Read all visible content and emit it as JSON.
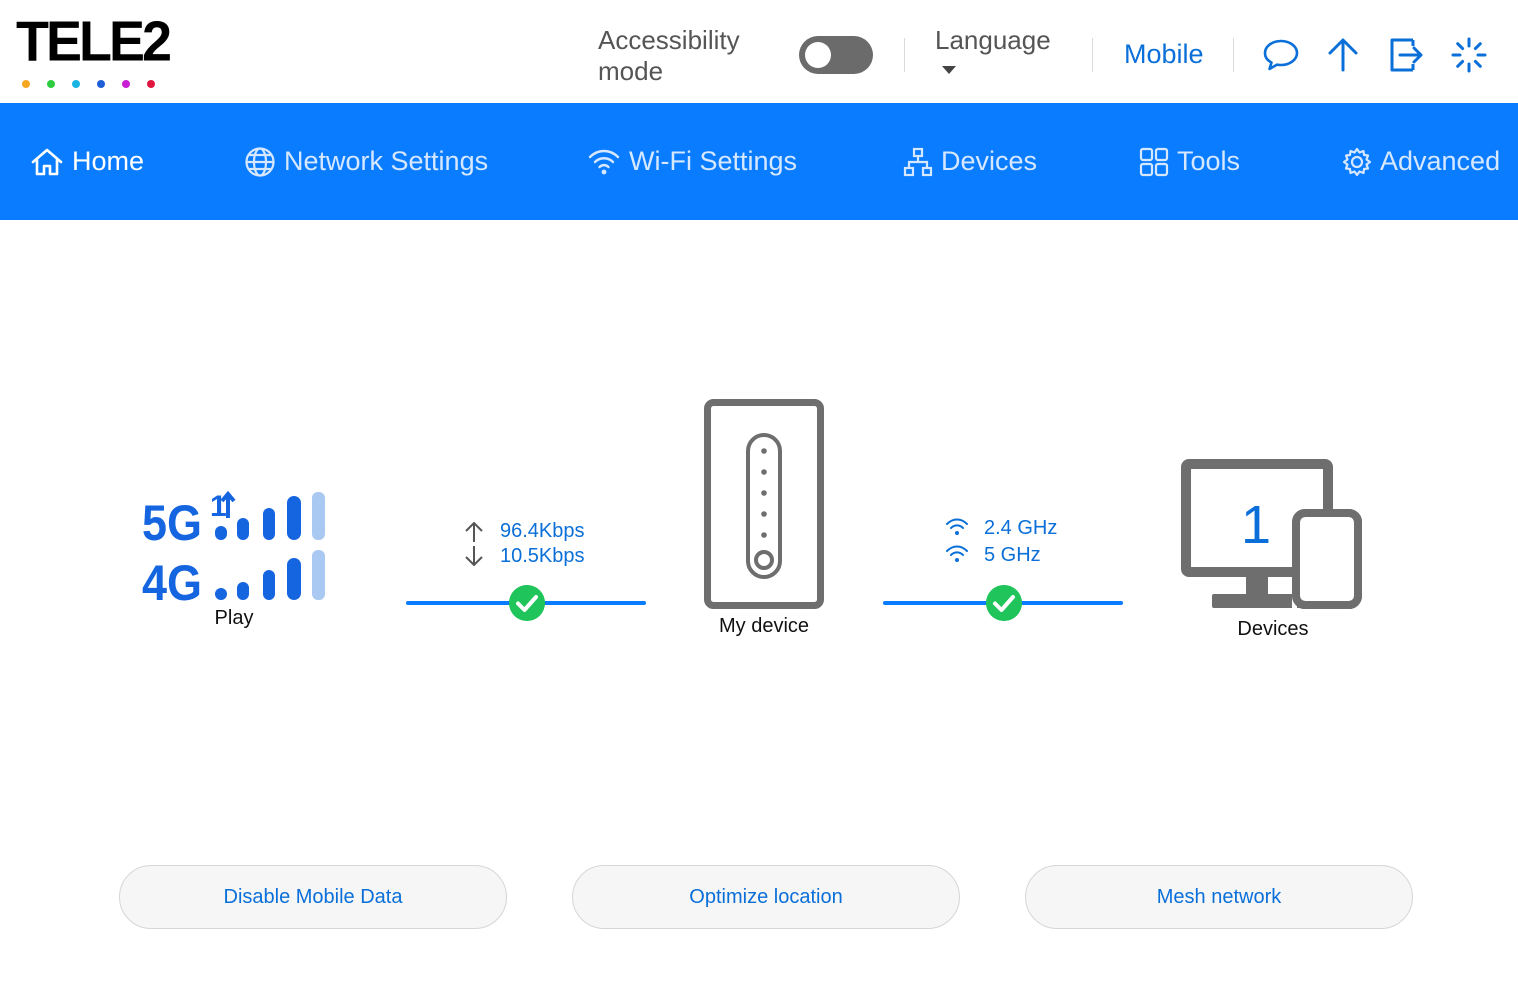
{
  "header": {
    "logo_text": "TELE2",
    "logo_dot_colors": [
      "#f5a623",
      "#2ecc40",
      "#19b5e0",
      "#1f5fd6",
      "#c71fd6",
      "#e0163f"
    ],
    "accessibility_label": "Accessibility mode",
    "accessibility_enabled": false,
    "language_label": "Language",
    "mobile_link": "Mobile",
    "icons": [
      "chat-icon",
      "upload-icon",
      "logout-icon",
      "loading-icon"
    ]
  },
  "nav": {
    "items": [
      {
        "label": "Home",
        "icon": "home-icon",
        "active": true
      },
      {
        "label": "Network Settings",
        "icon": "globe-icon",
        "active": false
      },
      {
        "label": "Wi-Fi Settings",
        "icon": "wifi-icon",
        "active": false
      },
      {
        "label": "Devices",
        "icon": "network-tree-icon",
        "active": false
      },
      {
        "label": "Tools",
        "icon": "grid-icon",
        "active": false
      },
      {
        "label": "Advanced",
        "icon": "gear-icon",
        "active": false
      }
    ]
  },
  "topology": {
    "carrier": {
      "label": "Play",
      "badge_5g": "5G",
      "badge_4g": "4G",
      "badge_lte_suffix": "1"
    },
    "wan_link": {
      "upload": "96.4Kbps",
      "download": "10.5Kbps",
      "status": "connected"
    },
    "router": {
      "label": "My device"
    },
    "wifi_link": {
      "band_1": "2.4 GHz",
      "band_2": "5 GHz",
      "status": "connected"
    },
    "clients": {
      "count": "1",
      "label": "Devices"
    }
  },
  "actions": {
    "disable_mobile_data": "Disable Mobile Data",
    "optimize_location": "Optimize location",
    "mesh_network": "Mesh network"
  },
  "colors": {
    "brand_blue": "#0a7cff",
    "link_blue": "#0a6fd8",
    "success_green": "#1fc45a",
    "device_gray": "#6e6e6e"
  }
}
